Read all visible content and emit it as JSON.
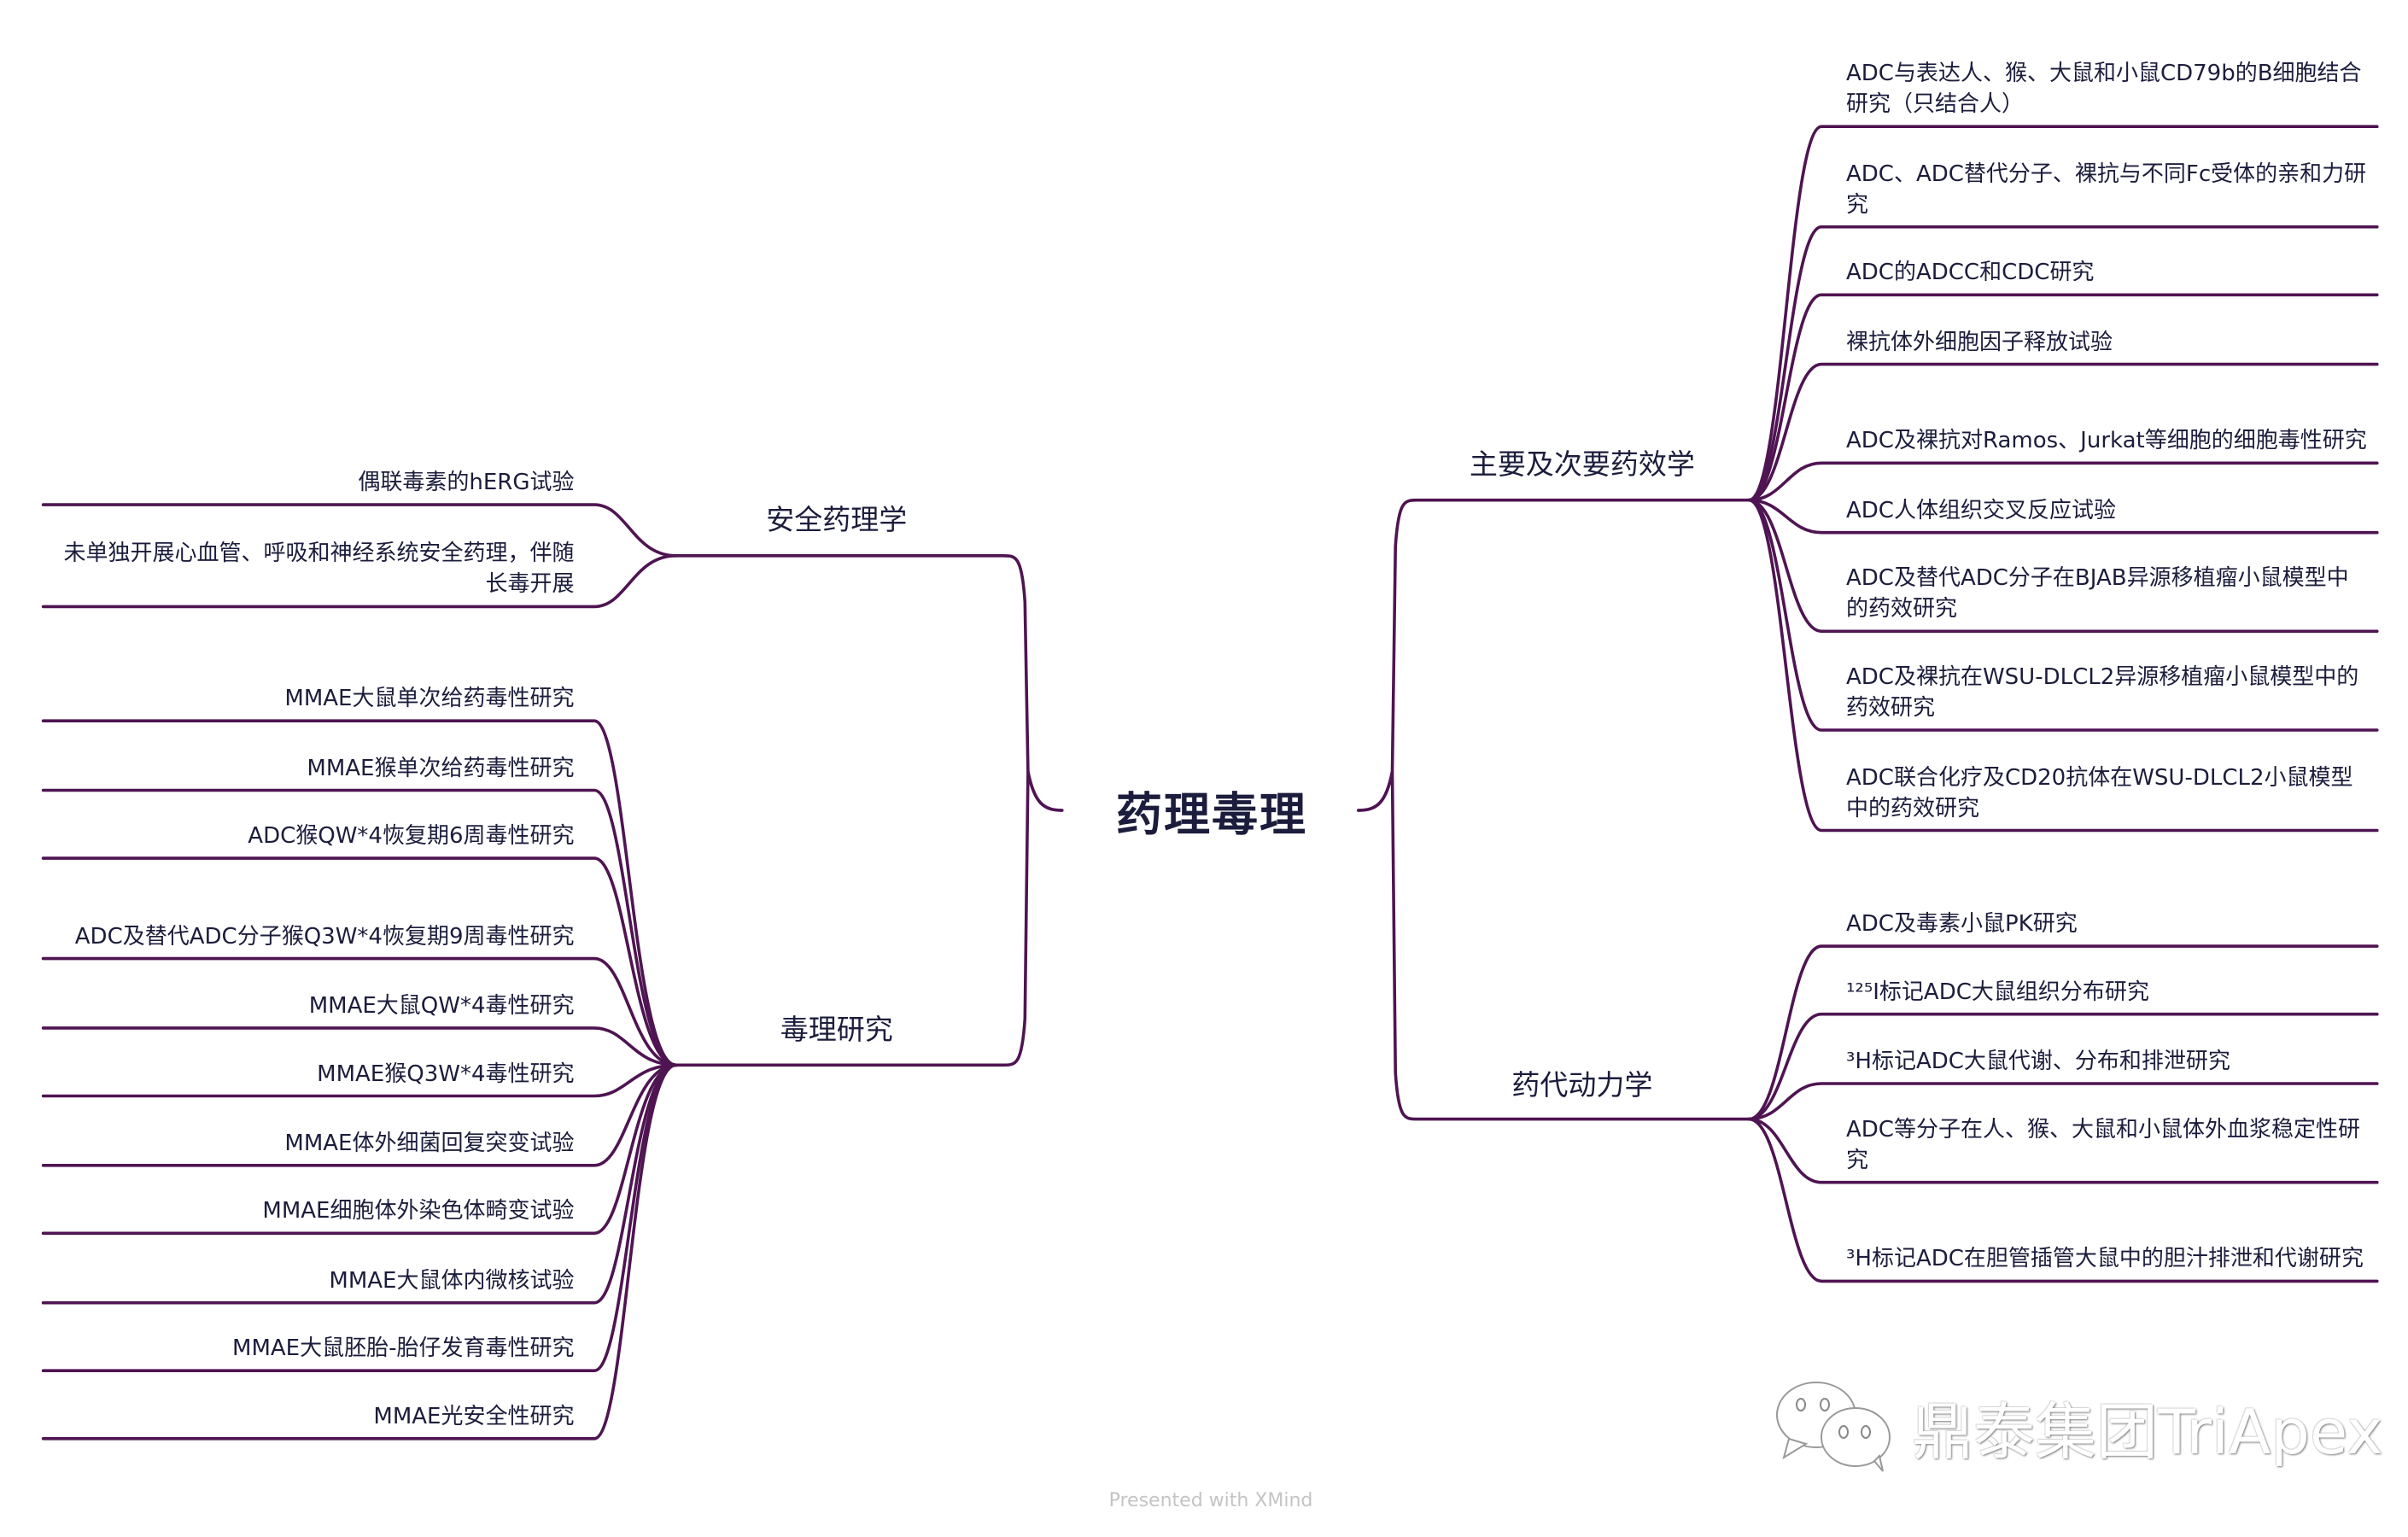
{
  "root": "药理毒理",
  "branches": {
    "pharmacodynamics": {
      "label": "主要及次要药效学",
      "items": [
        "ADC与表达人、猴、大鼠和小鼠CD79b的B细胞结合研究（只结合人）",
        "ADC、ADC替代分子、裸抗与不同Fc受体的亲和力研究",
        "ADC的ADCC和CDC研究",
        "裸抗体外细胞因子释放试验",
        "ADC及裸抗对Ramos、Jurkat等细胞的细胞毒性研究",
        "ADC人体组织交叉反应试验",
        "ADC及替代ADC分子在BJAB异源移植瘤小鼠模型中的药效研究",
        "ADC及裸抗在WSU-DLCL2异源移植瘤小鼠模型中的药效研究",
        "ADC联合化疗及CD20抗体在WSU-DLCL2小鼠模型中的药效研究"
      ]
    },
    "pharmacokinetics": {
      "label": "药代动力学",
      "items": [
        "ADC及毒素小鼠PK研究",
        "¹²⁵I标记ADC大鼠组织分布研究",
        "³H标记ADC大鼠代谢、分布和排泄研究",
        "ADC等分子在人、猴、大鼠和小鼠体外血浆稳定性研究",
        "³H标记ADC在胆管插管大鼠中的胆汁排泄和代谢研究"
      ]
    },
    "safety": {
      "label": "安全药理学",
      "items": [
        "偶联毒素的hERG试验",
        "未单独开展心血管、呼吸和神经系统安全药理，伴随长毒开展"
      ]
    },
    "toxicology": {
      "label": "毒理研究",
      "items": [
        "MMAE大鼠单次给药毒性研究",
        "MMAE猴单次给药毒性研究",
        "ADC猴QW*4恢复期6周毒性研究",
        "ADC及替代ADC分子猴Q3W*4恢复期9周毒性研究",
        "MMAE大鼠QW*4毒性研究",
        "MMAE猴Q3W*4毒性研究",
        "MMAE体外细菌回复突变试验",
        "MMAE细胞体外染色体畸变试验",
        "MMAE大鼠体内微核试验",
        "MMAE大鼠胚胎-胎仔发育毒性研究",
        "MMAE光安全性研究"
      ]
    }
  },
  "footer": "Presented with XMind",
  "watermark": "鼎泰集团TriApex",
  "colors": {
    "line": "#4f1452",
    "text": "#1c1d3c"
  }
}
